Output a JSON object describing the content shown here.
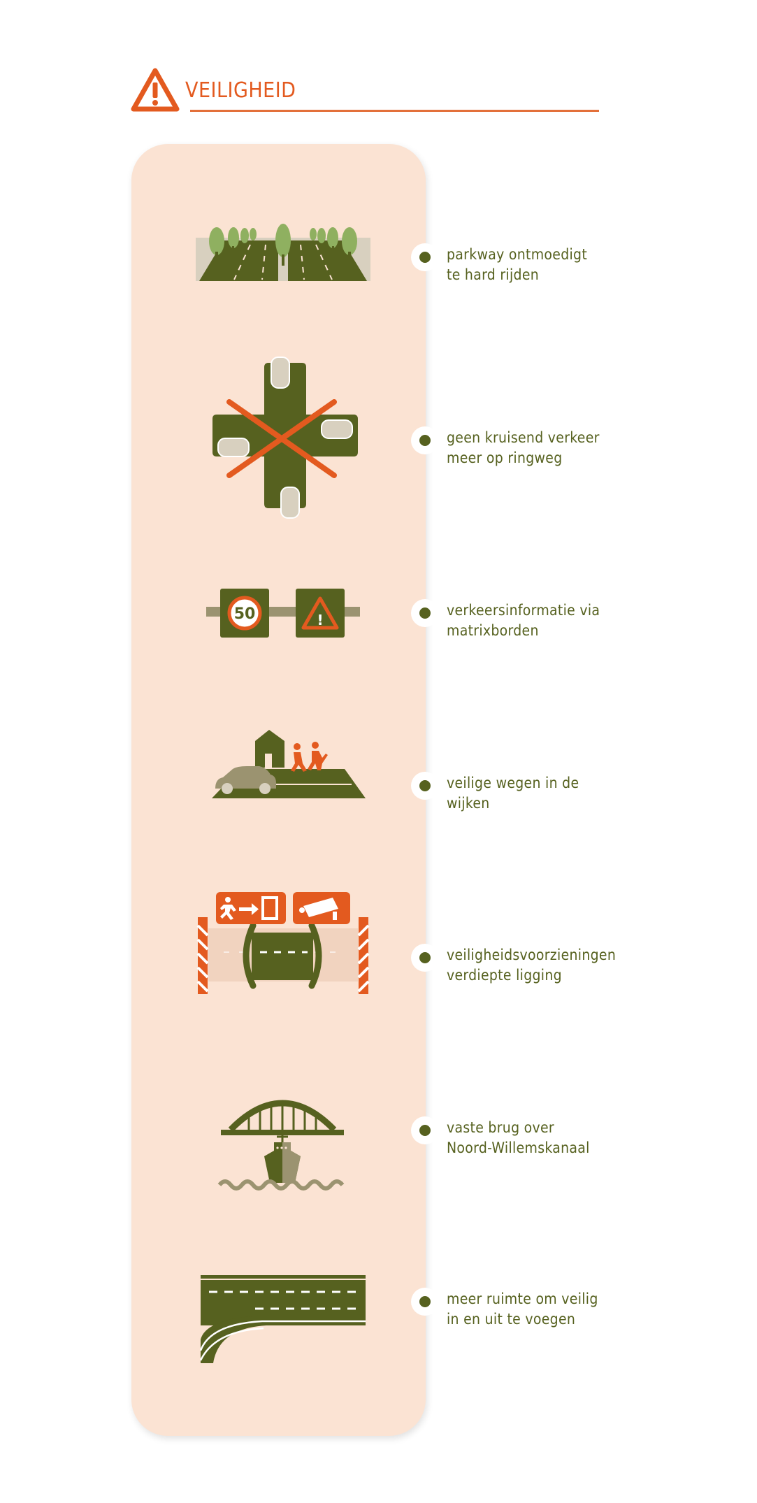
{
  "header": {
    "title": "VEILIGHEID",
    "icon": "warning-triangle-icon",
    "accent_color": "#e35a1f"
  },
  "colors": {
    "olive": "#56611f",
    "orange": "#e35a1f",
    "panel": "#fbe3d3",
    "khaki": "#9b9370"
  },
  "features": [
    {
      "icon": "parkway-trees-icon",
      "line1": "parkway ontmoedigt",
      "line2": "te hard rijden"
    },
    {
      "icon": "no-crossing-traffic-icon",
      "line1": "geen kruisend verkeer",
      "line2": "meer op ringweg"
    },
    {
      "icon": "matrix-signs-icon",
      "line1": "verkeersinformatie via",
      "line2": "matrixborden",
      "sign_speed": "50",
      "sign_warning": "!"
    },
    {
      "icon": "safe-neighbourhood-road-icon",
      "line1": "veilige wegen in de",
      "line2": "wijken"
    },
    {
      "icon": "tunnel-safety-icon",
      "line1": "veiligheidsvoorzieningen",
      "line2": "verdiepte ligging"
    },
    {
      "icon": "fixed-bridge-ship-icon",
      "line1": "vaste brug over",
      "line2": "Noord-Willemskanaal"
    },
    {
      "icon": "merging-lanes-icon",
      "line1": "meer ruimte om veilig",
      "line2": "in en uit te voegen"
    }
  ]
}
